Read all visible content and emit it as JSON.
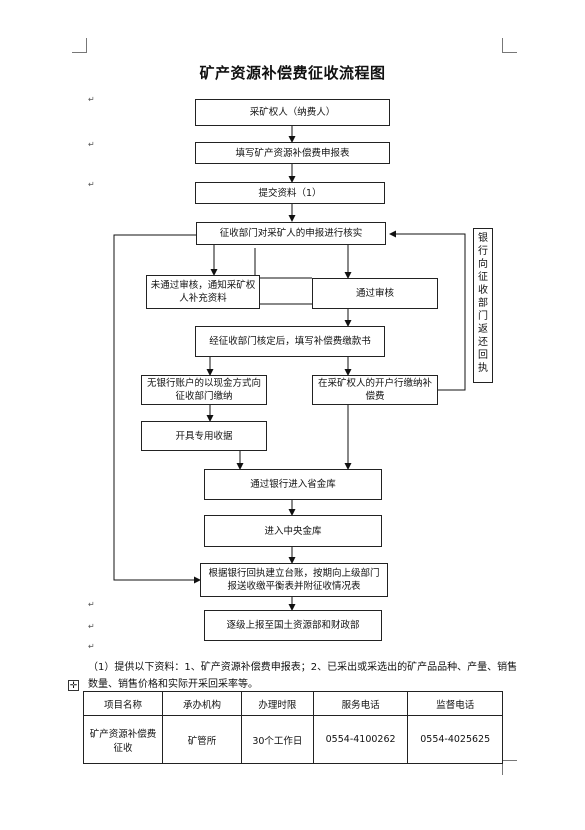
{
  "title": "矿产资源补偿费征收流程图",
  "flow": {
    "start": "采矿权人（纳费人）",
    "fill_form": "填写矿产资源补偿费申报表",
    "submit": "提交资料（1）",
    "review": "征收部门对采矿人的申报进行核实",
    "not_passed": "未通过审核，通知采矿权人补充资料",
    "passed": "通过审核",
    "notice": "经征收部门核定后，填写补偿费缴款书",
    "cash": "无银行账户的以现金方式向征收部门缴纳",
    "bank": "在采矿权人的开户行缴纳补偿费",
    "receipt": "开具专用收据",
    "province": "通过银行进入省金库",
    "central": "进入中央金库",
    "ledger": "根据银行回执建立台账，按期向上级部门报送收缴平衡表并附征收情况表",
    "report": "逐级上报至国土资源部和财政部",
    "side_chars": [
      "银",
      "行",
      "向",
      "征",
      "收",
      "部",
      "门",
      "返",
      "还",
      "回",
      "执"
    ]
  },
  "note": "（1）提供以下资料：1、矿产资源补偿费申报表；2、已采出或采选出的矿产品品种、产量、销售数量、销售价格和实际开采回采率等。",
  "table": {
    "headers": [
      "项目名称",
      "承办机构",
      "办理时限",
      "服务电话",
      "监督电话"
    ],
    "row": [
      "矿产资源补偿费征收",
      "矿管所",
      "30个工作日",
      "0554-4100262",
      "0554-4025625"
    ]
  }
}
